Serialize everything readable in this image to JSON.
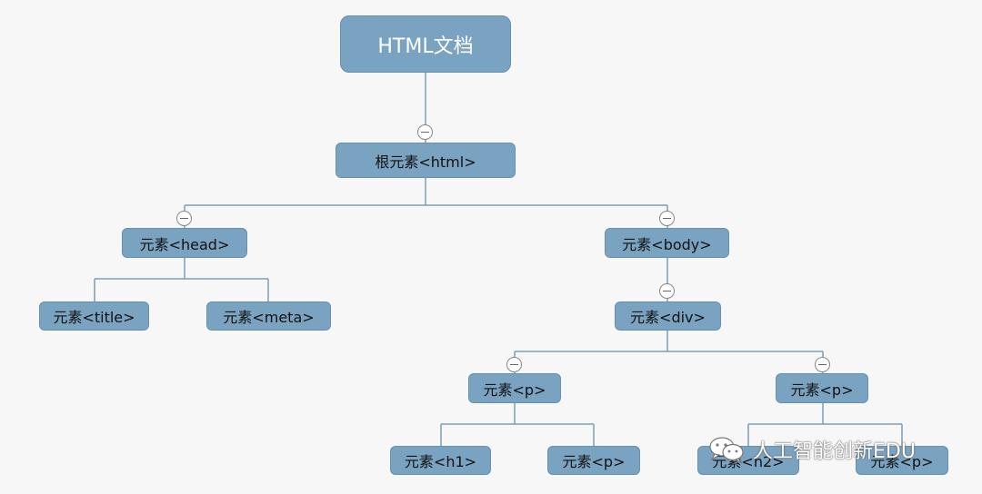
{
  "diagram": {
    "root": "HTML文档",
    "html": "根元素<html>",
    "head": "元素<head>",
    "title": "元素<title>",
    "meta": "元素<meta>",
    "body": "元素<body>",
    "div": "元素<div>",
    "p_left": "元素<p>",
    "p_right": "元素<p>",
    "h1": "元素<h1>",
    "p_ll": "元素<p>",
    "h2": "元素<h2>",
    "p_rr": "元素<p>"
  },
  "colors": {
    "node_fill": "#7aa3c1",
    "line": "#7c9fb8",
    "background": "#f7f7f7"
  },
  "watermark": {
    "text": "人工智能创新EDU",
    "icon": "wechat-icon"
  }
}
